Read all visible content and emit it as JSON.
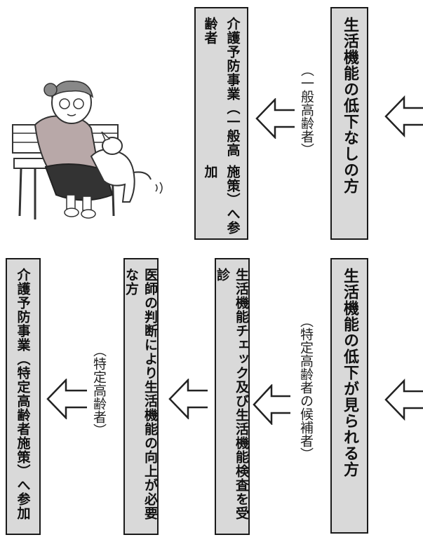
{
  "top_row": {
    "box_right": "生活機能の低下なしの方",
    "note": "（一般高齢者）",
    "box_target_line1": "介護予防事業（一般高齢者",
    "box_target_line2": "施策）へ参加"
  },
  "bottom_row": {
    "box_right": "生活機能の低下が見られる方",
    "note1": "（特定高齢者の候補者）",
    "box_check": "生活機能チェック及び生活機能検査を受診",
    "box_doctor": "医師の判断により生活機能の向上が必要な方",
    "note2": "（特定高齢者）",
    "box_final": "介護予防事業（特定高齢者施策）へ参加"
  },
  "illustration": {
    "icon": "elderly-woman-with-dog-icon"
  },
  "colors": {
    "box_fill": "#d9d9d9",
    "border": "#1a1a1a",
    "text": "#111111"
  }
}
